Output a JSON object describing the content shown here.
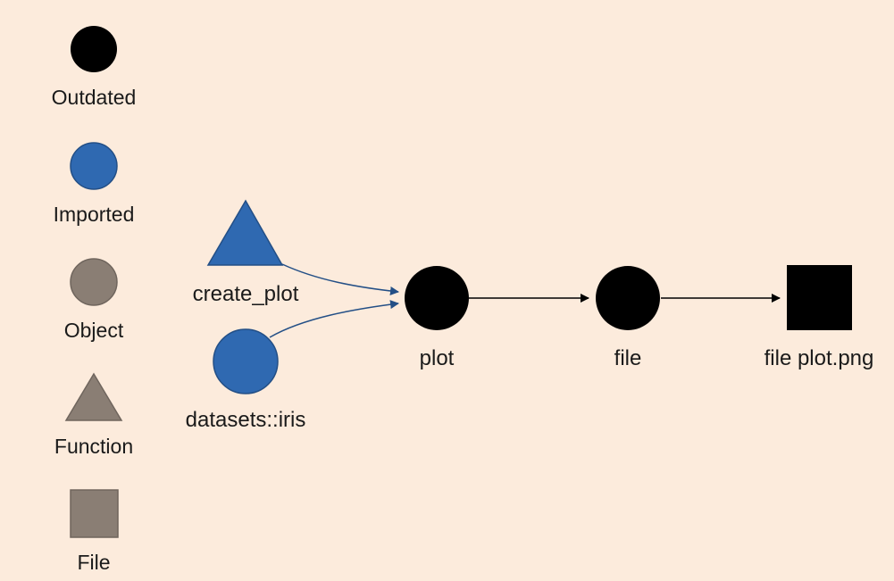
{
  "colors": {
    "background": "#fcebdc",
    "outdated": "#000000",
    "imported_fill": "#2f69b1",
    "imported_stroke": "#234f86",
    "object_fill": "#8a7e74",
    "object_stroke": "#6f655d",
    "edge_imported": "#234f86",
    "edge_default": "#000000"
  },
  "legend": {
    "items": [
      {
        "label": "Outdated",
        "shape": "circle",
        "color": "outdated"
      },
      {
        "label": "Imported",
        "shape": "circle",
        "color": "imported"
      },
      {
        "label": "Object",
        "shape": "circle",
        "color": "object"
      },
      {
        "label": "Function",
        "shape": "triangle",
        "color": "object"
      },
      {
        "label": "File",
        "shape": "square",
        "color": "object"
      }
    ]
  },
  "nodes": [
    {
      "id": "create_plot",
      "label": "create_plot",
      "shape": "triangle",
      "status": "imported"
    },
    {
      "id": "datasets_iris",
      "label": "datasets::iris",
      "shape": "circle",
      "status": "imported"
    },
    {
      "id": "plot",
      "label": "plot",
      "shape": "circle",
      "status": "outdated"
    },
    {
      "id": "file",
      "label": "file",
      "shape": "circle",
      "status": "outdated"
    },
    {
      "id": "file_plot_png",
      "label": "file plot.png",
      "shape": "square",
      "status": "outdated"
    }
  ],
  "edges": [
    {
      "from": "create_plot",
      "to": "plot",
      "color": "edge_imported"
    },
    {
      "from": "datasets_iris",
      "to": "plot",
      "color": "edge_imported"
    },
    {
      "from": "plot",
      "to": "file",
      "color": "edge_default"
    },
    {
      "from": "file",
      "to": "file_plot_png",
      "color": "edge_default"
    }
  ]
}
